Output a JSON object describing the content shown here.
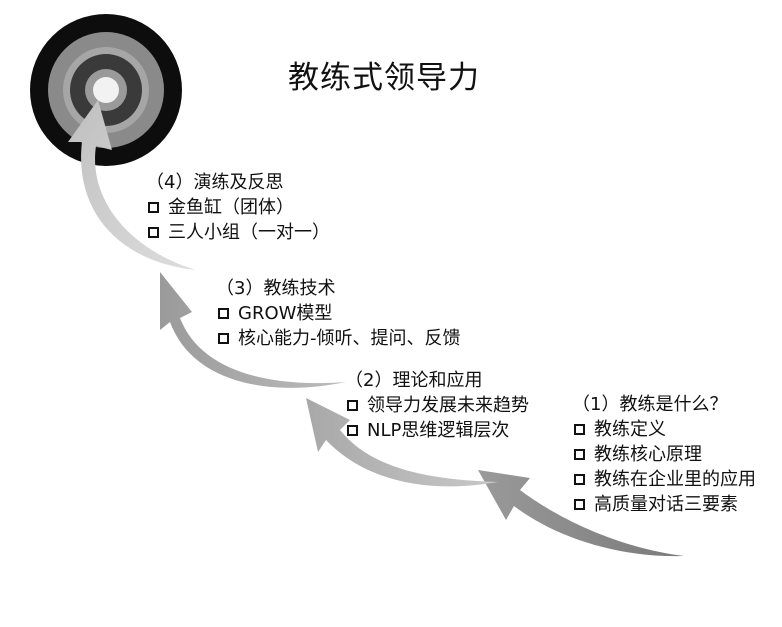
{
  "title": "教练式领导力",
  "colors": {
    "target_outer": "#0d0d0d",
    "target_ring1": "#8a8a8a",
    "target_ring2": "#3a3a3a",
    "target_ring3": "#bdbdbd",
    "arrow_light": "#d4d4d4",
    "arrow_mid": "#a6a6a6",
    "arrow_dark": "#7a7a7a"
  },
  "icons": {
    "target": "target-icon",
    "checkbox": "checkbox-icon"
  },
  "sections": [
    {
      "heading": "（1）教练是什么？",
      "items": [
        "教练定义",
        "教练核心原理",
        "教练在企业里的应用",
        "高质量对话三要素"
      ]
    },
    {
      "heading": "（2）理论和应用",
      "items": [
        "领导力发展未来趋势",
        "NLP思维逻辑层次"
      ]
    },
    {
      "heading": "（3）教练技术",
      "items": [
        "GROW模型",
        "核心能力-倾听、提问、反馈"
      ]
    },
    {
      "heading": "（4）演练及反思",
      "items": [
        "金鱼缸（团体）",
        "三人小组（一对一）"
      ]
    }
  ]
}
